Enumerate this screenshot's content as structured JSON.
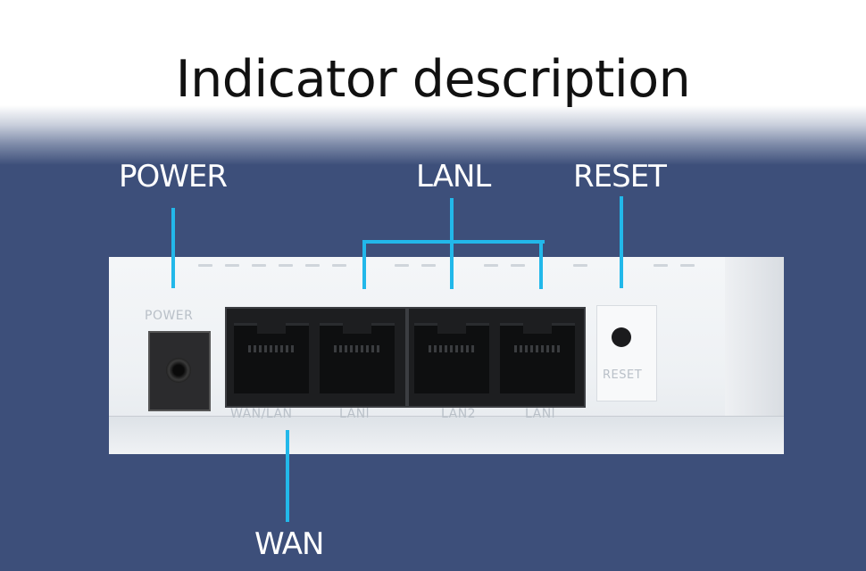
{
  "title": "Indicator description",
  "callouts": {
    "power": "POWER",
    "lan": "LANL",
    "reset": "RESET",
    "wan": "WAN"
  },
  "device_labels": {
    "power": "POWER",
    "wan_lan": "WAN/LAN",
    "lan1": "LANl",
    "lan2": "LAN2",
    "lan3": "LANl",
    "reset": "RESET"
  },
  "colors": {
    "background": "#3d4f7a",
    "callout_line": "#22b8ea",
    "callout_text": "#ffffff"
  }
}
